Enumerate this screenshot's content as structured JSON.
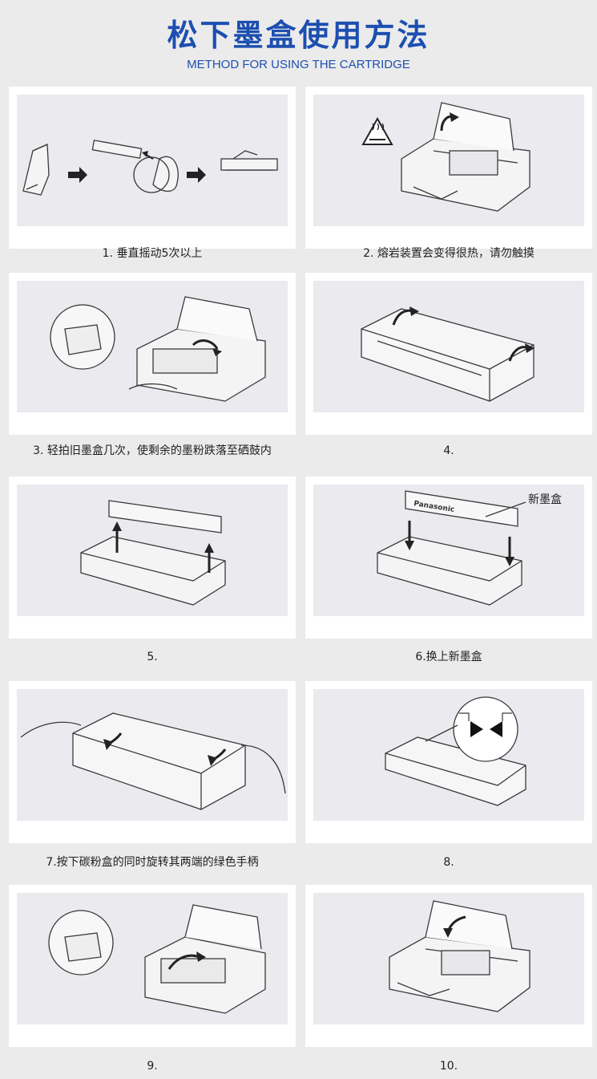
{
  "header": {
    "title": "松下墨盒使用方法",
    "subtitle": "METHOD FOR USING THE CARTRIDGE"
  },
  "steps": [
    {
      "caption": "1. 垂直摇动5次以上"
    },
    {
      "caption": "2. 熔岩装置会变得很热，请勿触摸"
    },
    {
      "caption": "3. 轻拍旧墨盒几次，使剩余的墨粉跌落至硒鼓内"
    },
    {
      "caption": "4."
    },
    {
      "caption": "5."
    },
    {
      "caption": "6.换上新墨盒",
      "callout": "新墨盒",
      "cartridge_brand": "Panasonic"
    },
    {
      "caption": "7.按下碳粉盒的同时旋转其两端的绿色手柄"
    },
    {
      "caption": "8."
    },
    {
      "caption": "9."
    },
    {
      "caption": "10."
    }
  ],
  "colors": {
    "title": "#1d4fb0",
    "page_bg": "#ebebeb",
    "panel_bg": "#eaeaef",
    "line_art": "#3a3a3a"
  },
  "icons": [
    "hot-surface-warning-icon",
    "arrow-icon",
    "alignment-triangles-icon"
  ]
}
